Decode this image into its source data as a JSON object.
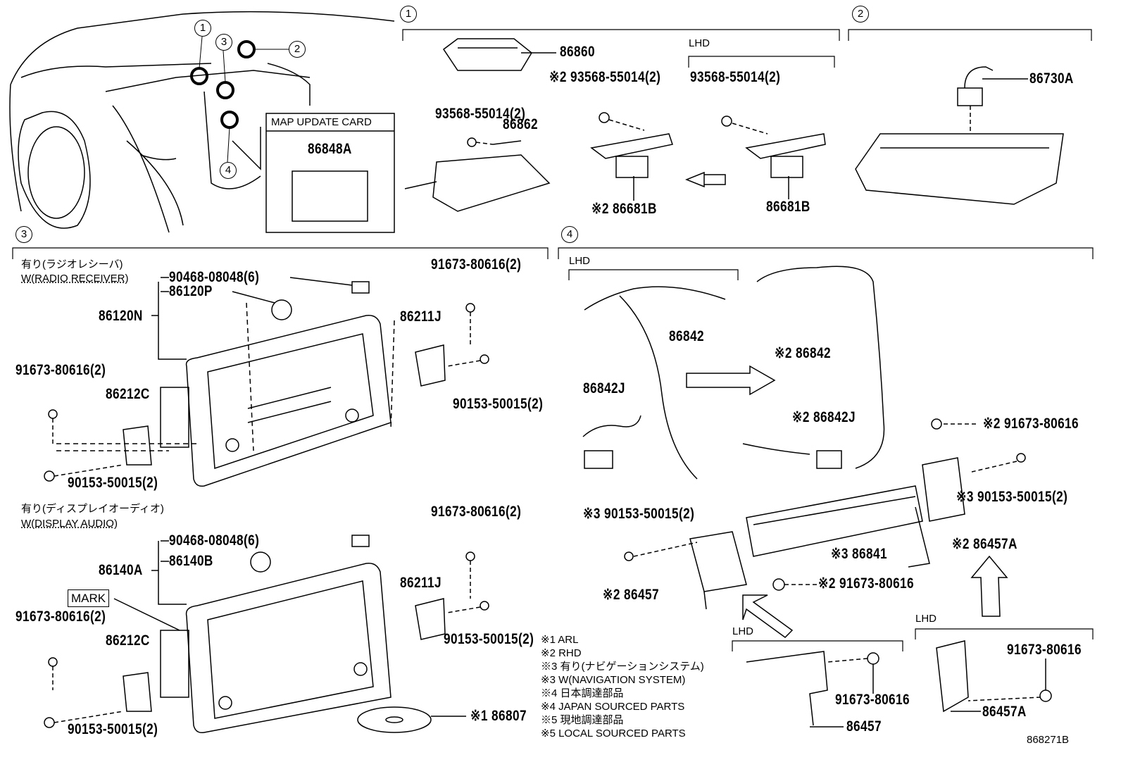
{
  "callouts": {
    "c1": "1",
    "c2": "2",
    "c3": "3",
    "c4": "4"
  },
  "section1": {
    "lhd": "LHD",
    "p86860": "86860",
    "bolt_rhd": "※2 93568-55014(2)",
    "bolt_lhd": "93568-55014(2)",
    "bolt_main": "93568-55014(2)",
    "p86862": "86862",
    "bracket_rhd": "※2 86681B",
    "bracket_lhd": "86681B"
  },
  "section2": {
    "p86730A": "86730A"
  },
  "map_card": {
    "title": "MAP UPDATE CARD",
    "part": "86848A"
  },
  "section3": {
    "radio": {
      "jp": "有り(ラジオレシーバ)",
      "en": "W(RADIO RECEIVER)",
      "clip": "90468-08048(6)",
      "knob": "86120P",
      "unit": "86120N",
      "screw_r": "91673-80616(2)",
      "bracket_r": "86211J",
      "screw_l": "91673-80616(2)",
      "bracket_l": "86212C",
      "bolt_r": "90153-50015(2)",
      "bolt_l": "90153-50015(2)"
    },
    "display": {
      "jp": "有り(ディスプレイオーディオ)",
      "en": "W(DISPLAY AUDIO)",
      "clip": "90468-08048(6)",
      "knob": "86140B",
      "unit": "86140A",
      "mark": "MARK",
      "screw_r": "91673-80616(2)",
      "bracket_r": "86211J",
      "screw_l": "91673-80616(2)",
      "bracket_l": "86212C",
      "bolt_r": "90153-50015(2)",
      "bolt_l": "90153-50015(2)",
      "disc": "※1 86807"
    }
  },
  "notes": [
    "※1 ARL",
    "※2 RHD",
    "※3 有り(ナビゲーションシステム)",
    "※3 W(NAVIGATION SYSTEM)",
    "※4 日本調達部品",
    "※4 JAPAN SOURCED PARTS",
    "※5 現地調達部品",
    "※5 LOCAL SOURCED PARTS"
  ],
  "section4": {
    "lhd1": "LHD",
    "wire_lhd": "86842",
    "wire_rhd": "※2 86842",
    "wire_j_lhd": "86842J",
    "wire_j_rhd": "※2 86842J",
    "screw_top": "※2 91673-80616",
    "bolt_r": "※3 90153-50015(2)",
    "bolt_l": "※3 90153-50015(2)",
    "unit": "※3 86841",
    "bracket_a_rhd": "※2 86457A",
    "bracket_rhd": "※2 86457",
    "screw_mid": "※2 91673-80616",
    "lhd2": "LHD",
    "lhd3": "LHD",
    "screw_lhd_a": "91673-80616",
    "screw_lhd": "91673-80616",
    "bracket_a_lhd": "86457A",
    "bracket_lhd": "86457"
  },
  "diagram_id": "868271B"
}
